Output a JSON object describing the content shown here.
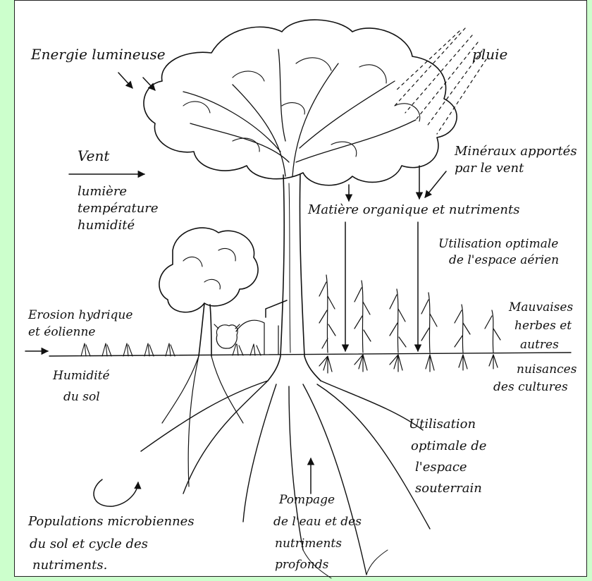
{
  "colors": {
    "page_bg": "#ccffcc",
    "paper": "#ffffff",
    "ink": "#111111"
  },
  "labels": {
    "energie": "Energie lumineuse",
    "pluie": "pluie",
    "vent": "Vent",
    "lumiere": "lumière",
    "temperature": "température",
    "humidite": "humidité",
    "mineraux_1": "Minéraux apportés",
    "mineraux_2": "par le vent",
    "matiere": "Matière organique et nutriments",
    "aerien_1": "Utilisation optimale",
    "aerien_2": "de l'espace aérien",
    "erosion_1": "Erosion hydrique",
    "erosion_2": "et éolienne",
    "mauvaises_1": "Mauvaises",
    "mauvaises_2": "herbes et",
    "mauvaises_3": "autres",
    "mauvaises_4": "nuisances",
    "mauvaises_5": "des cultures",
    "humsol_1": "Humidité",
    "humsol_2": "du sol",
    "souterrain_1": "Utilisation",
    "souterrain_2": "optimale de",
    "souterrain_3": "l'espace",
    "souterrain_4": "souterrain",
    "pompage_1": "Pompage",
    "pompage_2": "de l'eau et des",
    "pompage_3": "nutriments",
    "pompage_4": "profonds",
    "pop_1": "Populations microbiennes",
    "pop_2": "du sol et cycle des",
    "pop_3": "nutriments."
  },
  "icons": [
    "tree-drawing",
    "small-tree-drawing",
    "crop-plant-drawing",
    "rain-lines",
    "cow-drawing",
    "arrow"
  ]
}
